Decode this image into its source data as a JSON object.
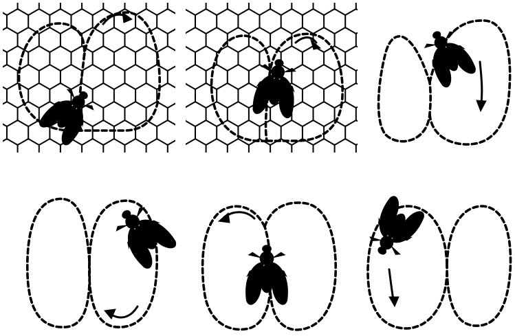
{
  "figure": {
    "panels": [
      {
        "id": "round-dance-left",
        "comb": true,
        "loop": "round"
      },
      {
        "id": "round-dance-middle",
        "comb": true,
        "loop": "round"
      },
      {
        "id": "figure-eight-upper",
        "comb": false,
        "loop": "figure-eight"
      },
      {
        "id": "figure-eight-lower-left",
        "comb": false,
        "loop": "figure-eight"
      },
      {
        "id": "figure-eight-lower-middle",
        "comb": false,
        "loop": "figure-eight"
      },
      {
        "id": "figure-eight-lower-right",
        "comb": false,
        "loop": "figure-eight"
      }
    ],
    "colors": {
      "ink": "#000000",
      "paper": "#ffffff"
    },
    "style": "black ink line drawing of honeybees with dashed dance paths"
  }
}
